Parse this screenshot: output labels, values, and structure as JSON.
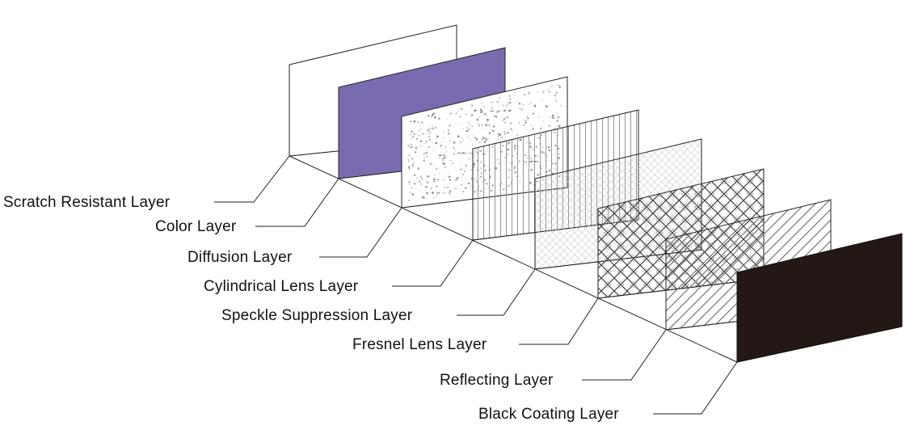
{
  "diagram": {
    "layers": [
      {
        "id": "scratch-resistant",
        "label": "Scratch Resistant Layer",
        "fill": "plain",
        "color": "#ffffff"
      },
      {
        "id": "color",
        "label": "Color Layer",
        "fill": "solid",
        "color": "#7a6bb0"
      },
      {
        "id": "diffusion",
        "label": "Diffusion Layer",
        "fill": "speckle",
        "color": "#9a9a9a"
      },
      {
        "id": "cylindrical-lens",
        "label": "Cylindrical Lens Layer",
        "fill": "vertical-lines",
        "color": "#8a8a8a"
      },
      {
        "id": "speckle-suppression",
        "label": "Speckle Suppression Layer",
        "fill": "fine-crosshatch",
        "color": "#c8c8c8"
      },
      {
        "id": "fresnel-lens",
        "label": "Fresnel Lens Layer",
        "fill": "crosshatch",
        "color": "#555555"
      },
      {
        "id": "reflecting",
        "label": "Reflecting Layer",
        "fill": "diagonal-lines",
        "color": "#777777"
      },
      {
        "id": "black-coating",
        "label": "Black Coating Layer",
        "fill": "solid",
        "color": "#231815"
      }
    ]
  }
}
